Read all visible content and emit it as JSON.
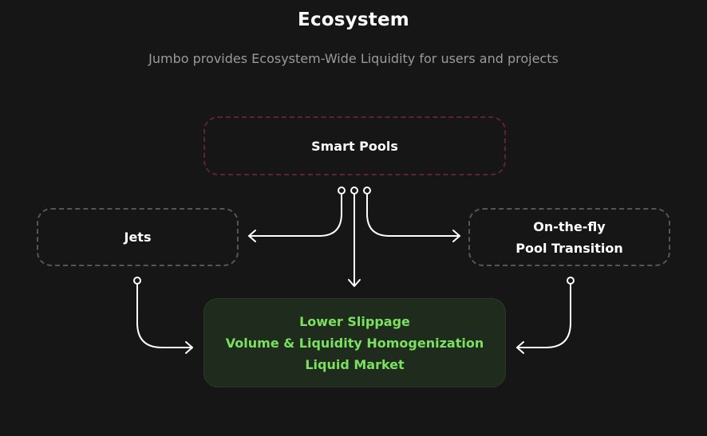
{
  "header": {
    "title": "Ecosystem",
    "subtitle": "Jumbo provides Ecosystem-Wide Liquidity for users and projects"
  },
  "nodes": {
    "smart_pools": "Smart Pools",
    "jets": "Jets",
    "transition": [
      "On-the-fly",
      "Pool Transition"
    ],
    "benefits": [
      "Lower Slippage",
      "Volume & Liquidity Homogenization",
      "Liquid Market"
    ]
  },
  "colors": {
    "background": "#161616",
    "accent_green": "#7be05f",
    "result_fill": "#1f2c1d",
    "pools_border": "#5a2632",
    "node_border": "#555555",
    "connector": "#ffffff"
  }
}
